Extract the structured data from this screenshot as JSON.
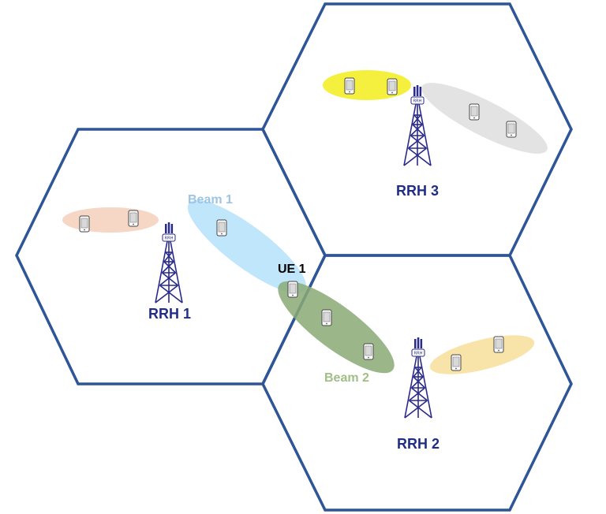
{
  "colors": {
    "cell_border": "#2e5597",
    "tower": "#2a2a8a",
    "beam1_label": "#9cc5e4",
    "beam2_label": "#9fbf86"
  },
  "towers": [
    {
      "id": "rrh1",
      "label": "RRH 1",
      "tag": "RRH"
    },
    {
      "id": "rrh2",
      "label": "RRH 2",
      "tag": "RRH"
    },
    {
      "id": "rrh3",
      "label": "RRH 3",
      "tag": "RRH"
    }
  ],
  "beams": {
    "beam1": {
      "label": "Beam 1",
      "color": "#bfe6fa"
    },
    "beam2": {
      "label": "Beam 2",
      "color": "#8aaa76"
    }
  },
  "ue1": {
    "label": "UE 1"
  },
  "beam_colors": {
    "rrh1_left": "#f6d7c6",
    "rrh3_left": "#f5ef3d",
    "rrh3_right": "#e3e3e3",
    "rrh2_right": "#f8e3a8"
  },
  "icons": [
    "cell-tower-icon",
    "mobile-phone-icon"
  ]
}
